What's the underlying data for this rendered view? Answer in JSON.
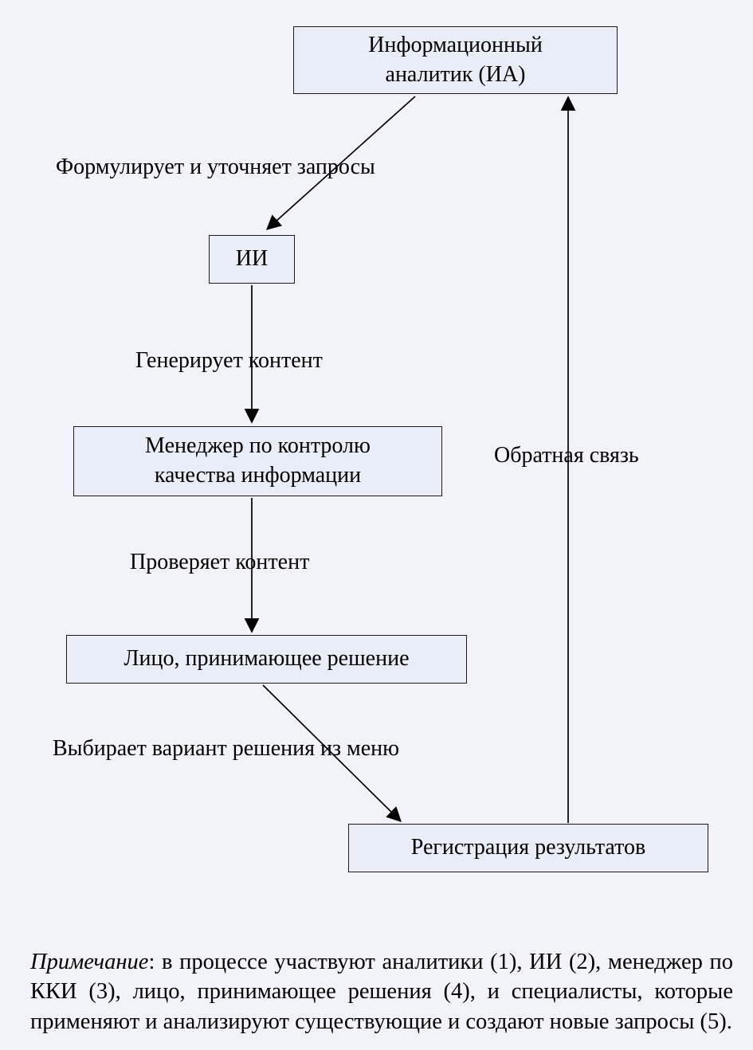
{
  "diagram": {
    "nodes": {
      "analyst": {
        "line1": "Информационный",
        "line2": "аналитик (ИА)"
      },
      "ai": {
        "label": "ИИ"
      },
      "manager": {
        "line1": "Менеджер по контролю",
        "line2": "качества информации"
      },
      "decision_maker": {
        "label": "Лицо, принимающее решение"
      },
      "registration": {
        "label": "Регистрация результатов"
      }
    },
    "edges": {
      "formulates": "Формулирует и уточняет запросы",
      "generates": "Генерирует контент",
      "checks": "Проверяет контент",
      "selects": "Выбирает вариант решения из меню",
      "feedback": "Обратная связь"
    },
    "note": {
      "label": "Примечание",
      "text": ": в процессе участвуют аналитики (1), ИИ (2), менеджер по ККИ (3), лицо, принимающее решения (4), и специалисты, которые применяют и анализируют существующие и создают новые запросы (5)."
    },
    "colors": {
      "background": "#f2f2fa",
      "box_fill": "#e9edf8",
      "box_border": "#1a1a1a",
      "text": "#000000"
    }
  }
}
